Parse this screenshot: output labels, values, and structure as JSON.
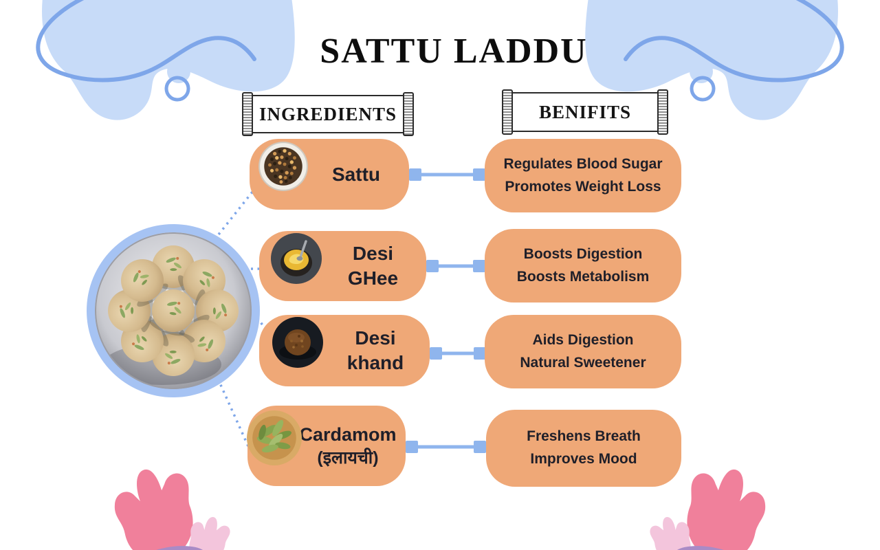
{
  "page": {
    "title": "SATTU LADDU"
  },
  "headers": {
    "ingredients": "INGREDIENTS",
    "benefits": "BENIFITS"
  },
  "rows": [
    {
      "ingredient_line1": "Sattu",
      "ingredient_line2": "",
      "icon": "sattu-bowl-icon",
      "benefit_line1": "Regulates Blood Sugar",
      "benefit_line2": "Promotes Weight Loss"
    },
    {
      "ingredient_line1": "Desi",
      "ingredient_line2": "GHee",
      "icon": "ghee-bowl-icon",
      "benefit_line1": "Boosts Digestion",
      "benefit_line2": "Boosts Metabolism"
    },
    {
      "ingredient_line1": "Desi",
      "ingredient_line2": "khand",
      "icon": "khand-bowl-icon",
      "benefit_line1": "Aids Digestion",
      "benefit_line2": "Natural Sweetener"
    },
    {
      "ingredient_line1": "Cardamom",
      "ingredient_line2": "(इलायची)",
      "icon": "cardamom-bowl-icon",
      "benefit_line1": "Freshens Breath",
      "benefit_line2": "Improves Mood"
    }
  ],
  "center_image": {
    "name": "laddu-plate-photo"
  },
  "colors": {
    "card": "#EFA877",
    "connector": "#8FB5ED",
    "blob": "#C7DBF8",
    "blob_stroke": "#7EA6E9",
    "circle_ring": "#A6C3F3",
    "flower_pink": "#F0809B",
    "flower_light_pink": "#F3C5DC",
    "leaf_purple": "#A98BC6",
    "text": "#1F1F29"
  }
}
